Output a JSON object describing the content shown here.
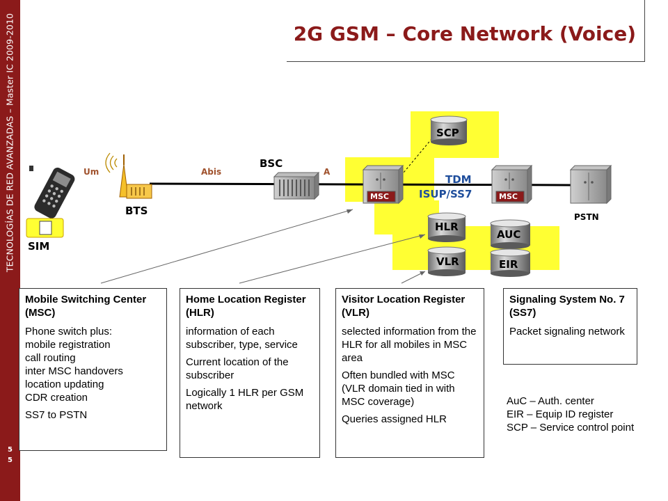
{
  "sidebar": {
    "vertical_text": "TECNOLOGÍAS DE RED AVANZADAS – Master IC 2009-2010",
    "page_num_top": "5",
    "page_num_bottom": "5"
  },
  "title": "2G GSM – Core Network (Voice)",
  "nodes": {
    "sim": "SIM",
    "bts": "BTS",
    "bsc": "BSC",
    "msc1": "MSC",
    "msc2": "MSC",
    "scp": "SCP",
    "hlr": "HLR",
    "vlr": "VLR",
    "auc": "AUC",
    "eir": "EIR",
    "pstn": "PSTN"
  },
  "interfaces": {
    "um": "Um",
    "abis": "Abis",
    "a": "A",
    "tdm": "TDM",
    "isup": "ISUP/SS7"
  },
  "boxes": {
    "msc": {
      "heading": "Mobile Switching Center  (MSC)",
      "text1": "Phone switch plus:\nmobile registration\ncall routing\ninter MSC handovers\nlocation updating\nCDR creation",
      "text2": "SS7 to PSTN"
    },
    "hlr": {
      "heading": "Home Location Register (HLR)",
      "text1": "information of each subscriber, type, service",
      "text2": "Current location of the subscriber",
      "text3": "Logically 1 HLR per GSM network"
    },
    "vlr": {
      "heading": "Visitor Location Register (VLR)",
      "text1": "selected information from the HLR for all mobiles in MSC area",
      "text2": "Often bundled with MSC (VLR domain tied in with MSC coverage)",
      "text3": "Queries assigned HLR"
    },
    "ss7": {
      "heading": "Signaling System No. 7 (SS7)",
      "text1": "Packet signaling network"
    }
  },
  "legend": {
    "auc": "AuC – Auth. center",
    "eir": "EIR – Equip ID register",
    "scp": "SCP – Service control point"
  },
  "colors": {
    "sidebar": "#8b1a1a",
    "title": "#8b1a1a",
    "highlight": "#ffff33",
    "interface_label": "#a0522d",
    "tdm_label": "#1f4e9c",
    "msc_tag": "#8b1a1a"
  }
}
